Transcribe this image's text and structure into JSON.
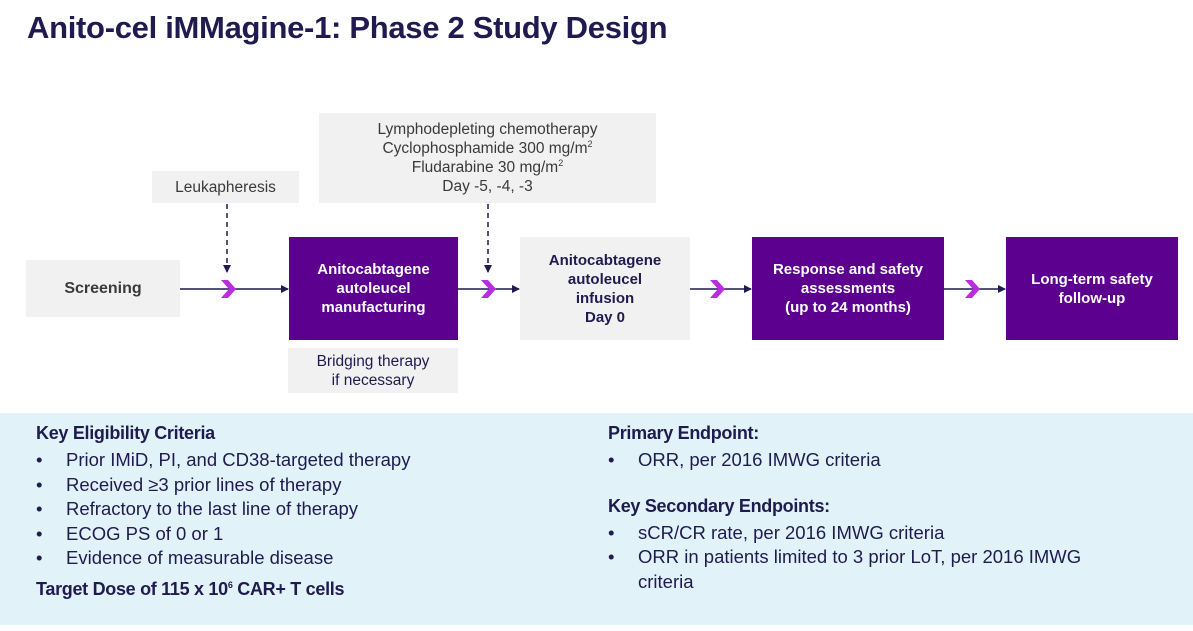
{
  "title": "Anito-cel iMMagine-1: Phase 2 Study Design",
  "colors": {
    "purple": "#5b008f",
    "chevron": "#b62ee0",
    "navy": "#1f1a4f",
    "grey_box": "#f1f1f1",
    "bottom_panel": "#e1f3f8"
  },
  "flow": {
    "steps": [
      {
        "label": "Screening"
      },
      {
        "lines": [
          "Anitocabtagene",
          "autoleucel",
          "manufacturing"
        ]
      },
      {
        "lines": [
          "Anitocabtagene",
          "autoleucel",
          "infusion",
          "Day 0"
        ]
      },
      {
        "lines": [
          "Response and safety",
          "assessments",
          "(up to 24 months)"
        ]
      },
      {
        "lines": [
          "Long-term safety",
          "follow-up"
        ]
      }
    ],
    "leukapheresis": "Leukapheresis",
    "lymphodepleting": {
      "line1": "Lymphodepleting chemotherapy",
      "line2": "Cyclophosphamide 300 mg/m",
      "line2_sup": "2",
      "line3": "Fludarabine 30 mg/m",
      "line3_sup": "2",
      "line4": "Day -5, -4, -3"
    },
    "bridging": {
      "line1": "Bridging therapy",
      "line2": "if necessary"
    },
    "chevron_icon": "chevron-right"
  },
  "eligibility": {
    "heading": "Key Eligibility Criteria",
    "items": [
      "Prior IMiD, PI, and CD38-targeted therapy",
      "Received ≥3 prior lines of therapy",
      "Refractory to the last line of therapy",
      "ECOG PS of 0 or 1",
      "Evidence of measurable disease"
    ],
    "dose_prefix": "Target Dose of 115 x 10",
    "dose_sup": "6",
    "dose_suffix": " CAR+ T cells"
  },
  "endpoints": {
    "primary_heading": "Primary Endpoint:",
    "primary_items": [
      "ORR, per 2016 IMWG criteria"
    ],
    "secondary_heading": "Key Secondary Endpoints:",
    "secondary_items": [
      "sCR/CR rate, per 2016 IMWG criteria",
      "ORR in patients limited to 3 prior LoT, per 2016 IMWG criteria"
    ]
  }
}
